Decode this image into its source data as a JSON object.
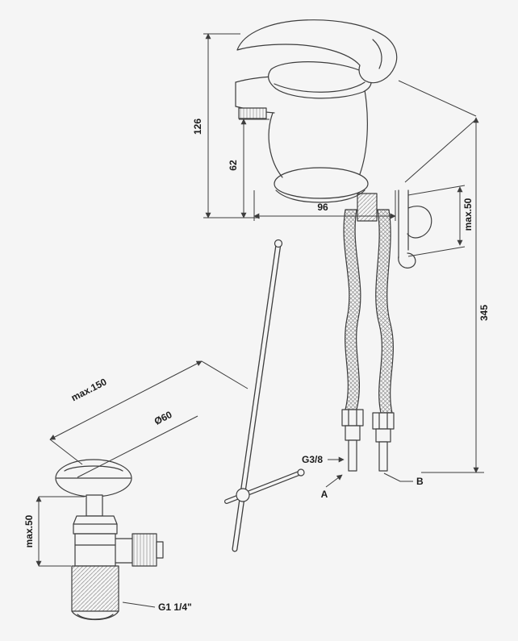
{
  "colors": {
    "background": "#f5f5f5",
    "line": "#3d3d3d",
    "text": "#1c1c1c"
  },
  "drawing": {
    "faucet": {
      "height_label": "126",
      "spout_height_label": "62",
      "base_depth_label": "96",
      "clip_offset_label": "max.50",
      "hose_length_label": "345",
      "hose_thread_label": "G3/8",
      "hose_a_label": "A",
      "hose_b_label": "B"
    },
    "drain": {
      "rod_length_label": "max.150",
      "plug_diameter_label": "Ø60",
      "height_adjust_label": "max.50",
      "thread_label": "G1 1/4\""
    }
  }
}
